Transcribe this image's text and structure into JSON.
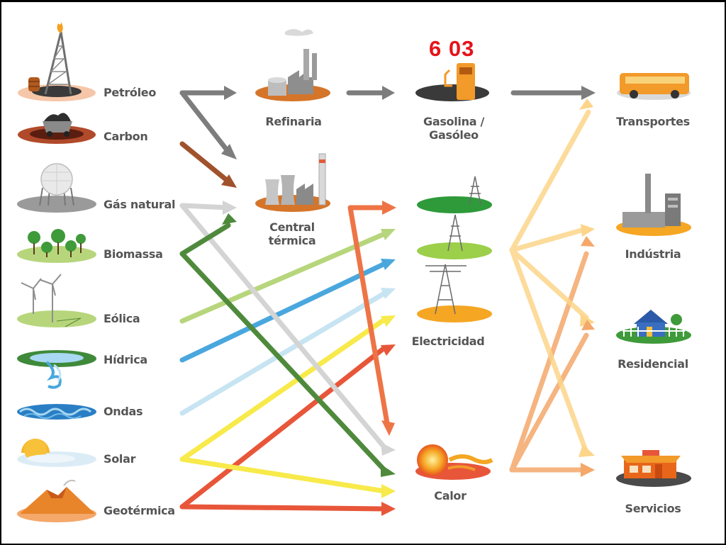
{
  "slide_number": "6  03",
  "sources": [
    "Petróleo",
    "Carbon",
    "Gás natural",
    "Biomassa",
    "Eólica",
    "Hídrica",
    "Ondas",
    "Solar",
    "Geotérmica"
  ],
  "conversion": {
    "refinery": "Refinaria",
    "thermal_plant_line1": "Central",
    "thermal_plant_line2": "térmica"
  },
  "carriers": {
    "fuel_line1": "Gasolina /",
    "fuel_line2": "Gasóleo",
    "electricity": "Electricidad",
    "heat": "Calor"
  },
  "sectors": [
    "Transportes",
    "Indústria",
    "Residencial",
    "Servicios"
  ],
  "colors": {
    "petroleo": "#7d7d7d",
    "carbon": "#a0522d",
    "gas": "#d4d4d4",
    "biomassa": "#4f8a3c",
    "eolica": "#b7d67c",
    "hidrica": "#4aa7de",
    "ondas": "#c7e4f2",
    "solar": "#f7ea4a",
    "geotermica": "#e8563a",
    "out": "#fbc67a",
    "calor_out": "#f4a86a"
  }
}
